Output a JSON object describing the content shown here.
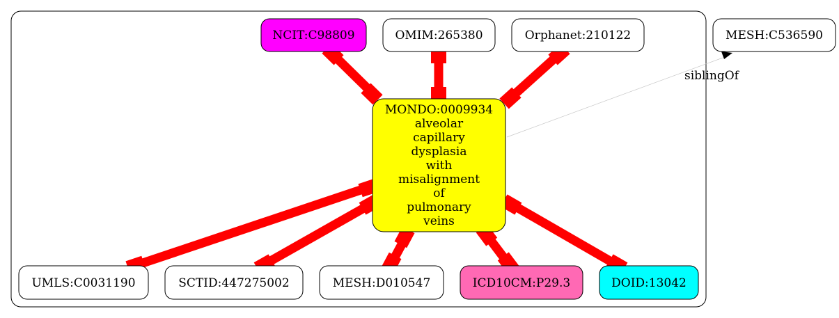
{
  "diagram": {
    "center": {
      "lines": [
        "MONDO:0009934",
        "alveolar",
        "capillary",
        "dysplasia",
        "with",
        "misalignment",
        "of",
        "pulmonary",
        "veins"
      ],
      "fill": "#ffff00"
    },
    "nodes": {
      "ncit": {
        "label": "NCIT:C98809",
        "fill": "#ff00ff"
      },
      "omim": {
        "label": "OMIM:265380",
        "fill": "#ffffff"
      },
      "orphanet": {
        "label": "Orphanet:210122",
        "fill": "#ffffff"
      },
      "mesh_c": {
        "label": "MESH:C536590",
        "fill": "#ffffff"
      },
      "umls": {
        "label": "UMLS:C0031190",
        "fill": "#ffffff"
      },
      "sctid": {
        "label": "SCTID:447275002",
        "fill": "#ffffff"
      },
      "mesh_d": {
        "label": "MESH:D010547",
        "fill": "#ffffff"
      },
      "icd10cm": {
        "label": "ICD10CM:P29.3",
        "fill": "#ff69b4"
      },
      "doid": {
        "label": "DOID:13042",
        "fill": "#00ffff"
      }
    },
    "edge_label": "siblingOf",
    "edge_color": "#ff0000"
  }
}
